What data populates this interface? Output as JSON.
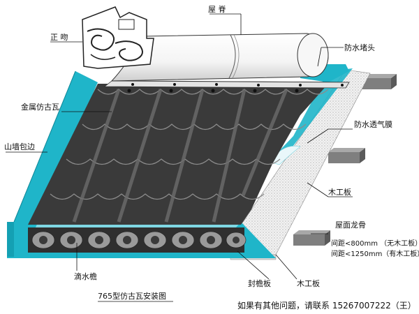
{
  "title": "765型仿古瓦安装图",
  "contact": "如果有其他问题，请联系 15267007222（王）",
  "labels": {
    "ridge": "屋 脊",
    "ridge_ornament": "正 吻",
    "waterproof_end_cap": "防水堵头",
    "metal_tile": "金属仿古瓦",
    "breathable_membrane": "防水透气膜",
    "gable_trim": "山墙包边",
    "wood_board_right": "木工板",
    "purlin": "屋面龙骨",
    "spacing_no_board": "间距<800mm （无木工板）",
    "spacing_with_board": "间距<1250mm（有木工板）",
    "drip_eave": "滴水檐",
    "eave_closure": "封檐板",
    "wood_board_bottom": "木工板"
  },
  "colors": {
    "trim": "#1fb5c9",
    "tile": "#3b3b3b",
    "tile_highlight": "#6a6a6a",
    "board": "#ececec",
    "purlin": "#8a8a8a"
  }
}
